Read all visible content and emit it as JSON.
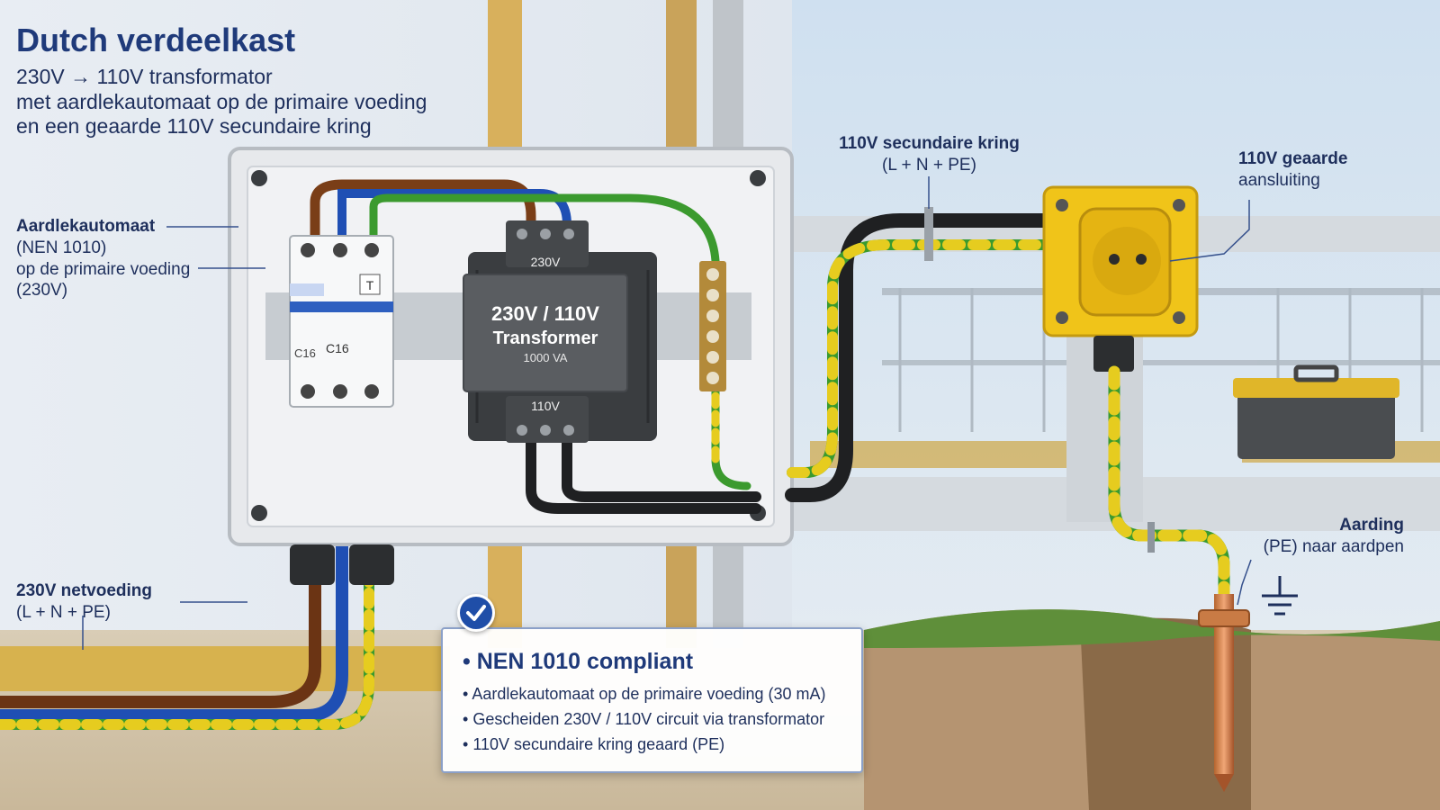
{
  "title": "Dutch verdeelkast",
  "subtitle": [
    "230V → 110V transformator",
    "met aardlekautomaat op de primaire voeding",
    "en een geaarde 110V secundaire kring"
  ],
  "labels": {
    "rcd": {
      "name": "Aardlekautomaat",
      "norm": "(NEN 1010)",
      "line1": "op de primaire voeding",
      "line2": "(230V)"
    },
    "mains": {
      "name": "230V netvoeding",
      "detail": "(L + N + PE)"
    },
    "secondary": {
      "name": "110V secundaire kring",
      "detail": "(L + N + PE)"
    },
    "socket": {
      "line1": "110V geaarde",
      "line2": "aansluiting"
    },
    "earth": {
      "name": "Aarding",
      "detail": "(PE) naar aardpen"
    }
  },
  "transformer": {
    "title_line1": "230V / 110V",
    "title_line2": "Transformer",
    "rating": "1000 VA",
    "primary_tag": "230V",
    "secondary_tag": "110V"
  },
  "breaker": {
    "rating_left": "C16",
    "rating_mid": "C16",
    "test_button": "T"
  },
  "compliance": {
    "title": "NEN 1010 compliant",
    "items": [
      "Aardlekautomaat op de primaire voeding (30 mA)",
      "Gescheiden 230V / 110V circuit via transformator",
      "110V secundaire kring geaard (PE)"
    ]
  },
  "colors": {
    "live": "#7a3e17",
    "neutral": "#1f4fb4",
    "earth_green": "#3b9a2e",
    "earth_yellow": "#e6cc1f",
    "socket_yellow": "#f0c419",
    "title_blue": "#1f3a7a"
  }
}
